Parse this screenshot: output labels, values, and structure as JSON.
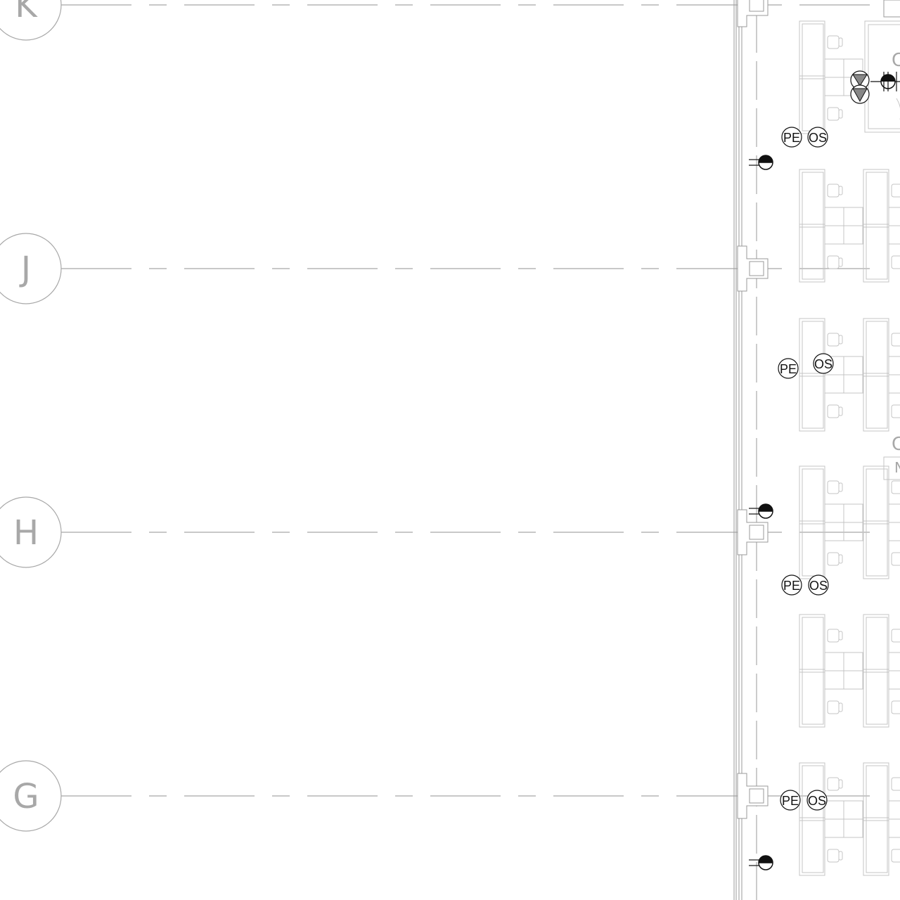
{
  "plan": {
    "grid_lines": [
      {
        "id": "K",
        "label": "K"
      },
      {
        "id": "J",
        "label": "J"
      },
      {
        "id": "H",
        "label": "H"
      },
      {
        "id": "G",
        "label": "G"
      }
    ],
    "tags": [
      {
        "label": "PE"
      },
      {
        "label": "OS"
      },
      {
        "label": "PE"
      },
      {
        "label": "OS"
      },
      {
        "label": "PE"
      },
      {
        "label": "OS"
      },
      {
        "label": "PE"
      },
      {
        "label": "OS"
      }
    ],
    "partial_labels": [
      "C",
      "C",
      "N"
    ],
    "colors": {
      "grid": "#a8a8a8",
      "furniture": "#c4c4c4",
      "wall": "#9a9a9a",
      "symbol": "#111111"
    }
  }
}
